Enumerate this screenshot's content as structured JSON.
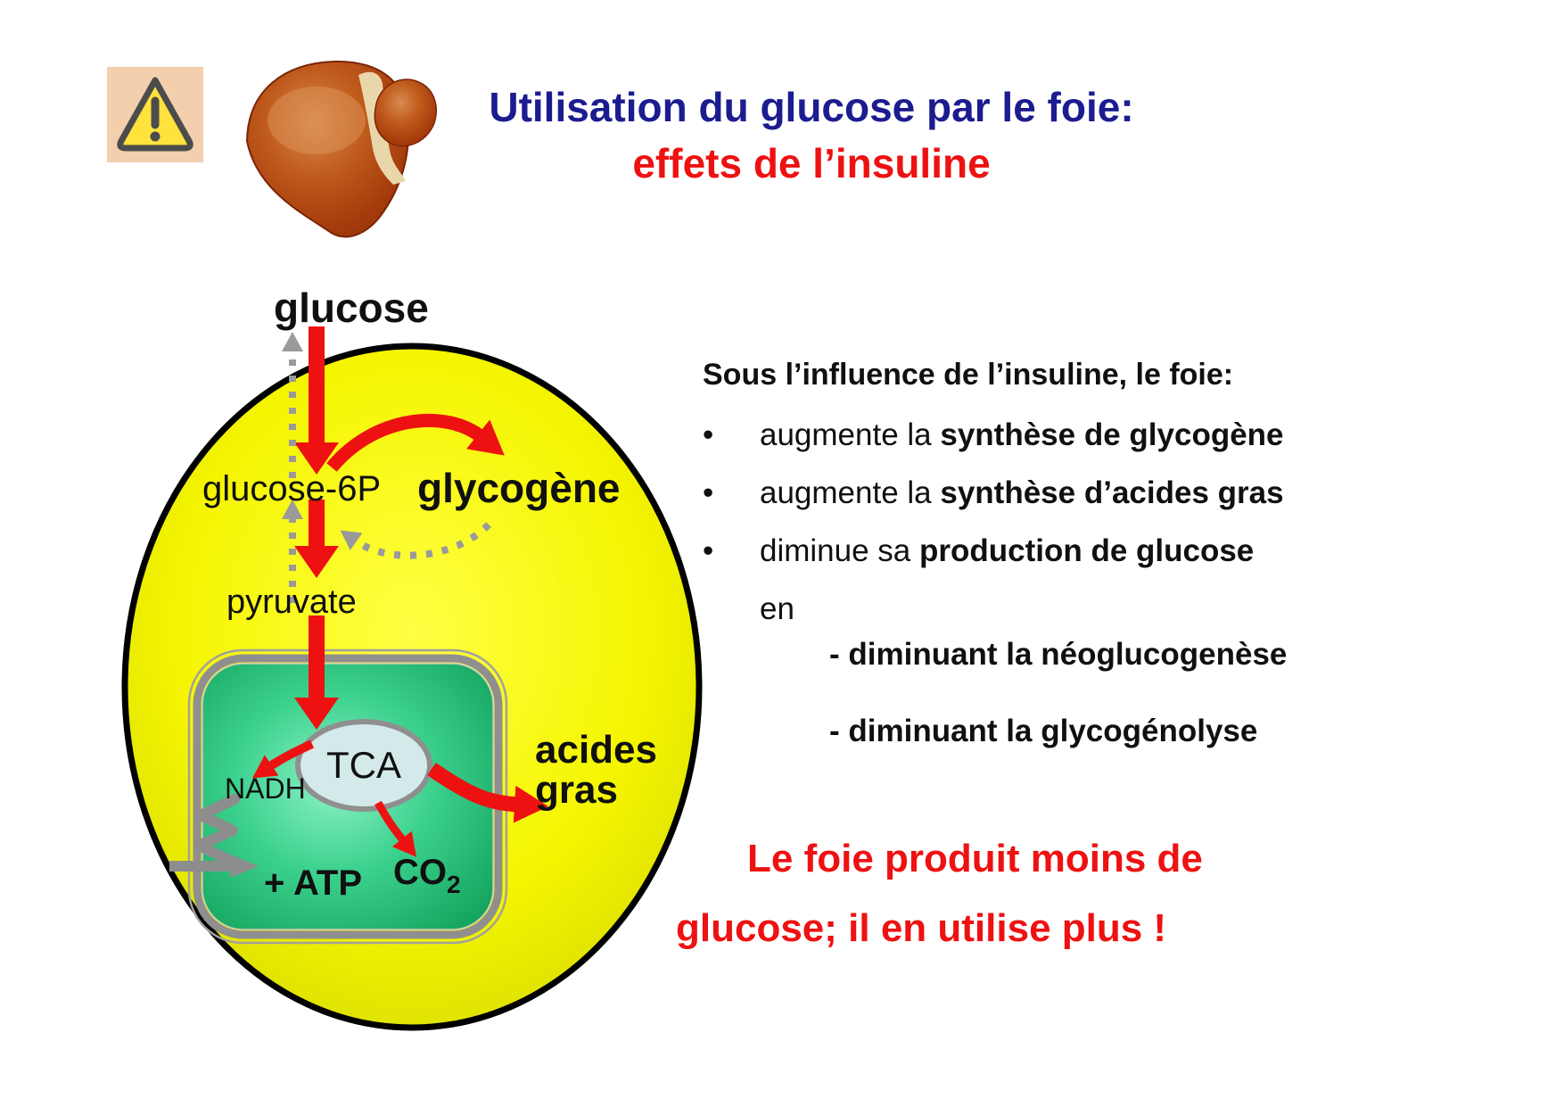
{
  "slide": {
    "title_line1": "Utilisation du glucose par le foie:",
    "title_line2": "effets de l’insuline"
  },
  "diagram": {
    "glucose_label": "glucose",
    "glucose6p_label": "glucose-6P",
    "glycogen_label": "glycogène",
    "pyruvate_label": "pyruvate",
    "tca_label": "TCA",
    "nadh_label": "NADH",
    "atp_label": "+ ATP",
    "co2_base": "CO",
    "co2_subscript": "2",
    "fatty_acids_line1": "acides",
    "fatty_acids_line2": "gras"
  },
  "panel": {
    "heading": "Sous l’influence de l’insuline, le foie:",
    "bullet_glyph": "•",
    "bullets": [
      {
        "plain": "augmente la ",
        "bold": "synthèse de glycogène"
      },
      {
        "plain": "augmente la ",
        "bold": "synthèse d’acides gras"
      },
      {
        "plain": "diminue sa ",
        "bold": "production de glucose",
        "continuation": "en"
      }
    ],
    "sub_bullets": [
      "- diminuant la néoglucogenèse",
      "- diminuant la glycogénolyse"
    ],
    "conclusion_line1": "Le foie produit moins de",
    "conclusion_line2": "glucose; il en utilise plus !"
  },
  "colors": {
    "title_blue": "#1c1c90",
    "accent_red": "#ee1111",
    "cell_yellow": "#f0f000",
    "cell_outline": "#000000",
    "mito_green": "#12a45c",
    "tca_fill": "#d4eaea",
    "gray_arrow": "#9a9a9a",
    "warning_bg": "#f4cfae",
    "warning_yellow": "#ffe23c",
    "liver_brown": "#a63c0c"
  }
}
